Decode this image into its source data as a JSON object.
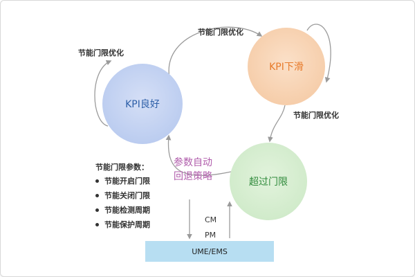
{
  "nodes": {
    "kpi_good": "KPI良好",
    "kpi_down": "KPI下滑",
    "over_threshold": "超过门限"
  },
  "edges": {
    "top_label": "节能门限优化",
    "left_loop_label": "节能门限优化",
    "right_label": "节能门限优化",
    "rollback_line1": "参数自动",
    "rollback_line2": "回退策略",
    "cm_label": "CM",
    "pm_label": "PM"
  },
  "params": {
    "title": "节能门限参数：",
    "items": [
      "节能开启门限",
      "节能关闭门限",
      "节能检测周期",
      "节能保护周期"
    ]
  },
  "ume_bar": "UME/EMS",
  "colors": {
    "kpi_good_fill": "#bccdf0",
    "kpi_down_fill": "#f6ceab",
    "over_threshold_fill": "#d1ebcb",
    "rollback_text": "#b05cab",
    "ume_fill": "#b7def2",
    "arrow": "#9a9a9a"
  }
}
